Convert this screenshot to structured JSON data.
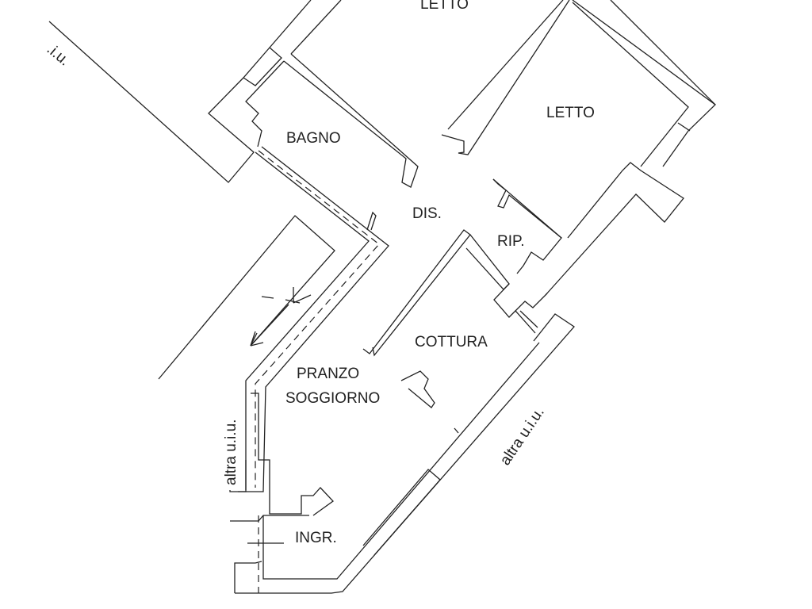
{
  "plan": {
    "rooms": {
      "letto_top": "LETTO",
      "letto": "LETTO",
      "bagno": "BAGNO",
      "dis": "DIS.",
      "rip": "RIP.",
      "cottura": "COTTURA",
      "pranzo": "PRANZO",
      "soggiorno": "SOGGIORNO",
      "ingr": "INGR."
    },
    "neighbours": {
      "top_left": ".i.u.",
      "left": "altra u.i.u.",
      "right": "altra u.i.u."
    },
    "line_color": "#222222"
  }
}
